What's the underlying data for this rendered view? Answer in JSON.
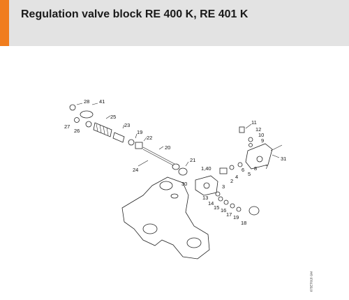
{
  "header": {
    "title": "Regulation valve block RE 400 K, RE 401 K",
    "accent_color": "#f07d1e",
    "background_color": "#e3e3e3"
  },
  "diagram": {
    "callouts": [
      "28",
      "41",
      "25",
      "27",
      "26",
      "23",
      "19",
      "22",
      "20",
      "21",
      "24",
      "1,40",
      "30",
      "11",
      "12",
      "10",
      "9",
      "5",
      "6",
      "8",
      "31",
      "7",
      "2",
      "4",
      "3",
      "13",
      "14",
      "15",
      "16",
      "17",
      "19",
      "18"
    ]
  },
  "drawing_code": "675ET018 GM"
}
